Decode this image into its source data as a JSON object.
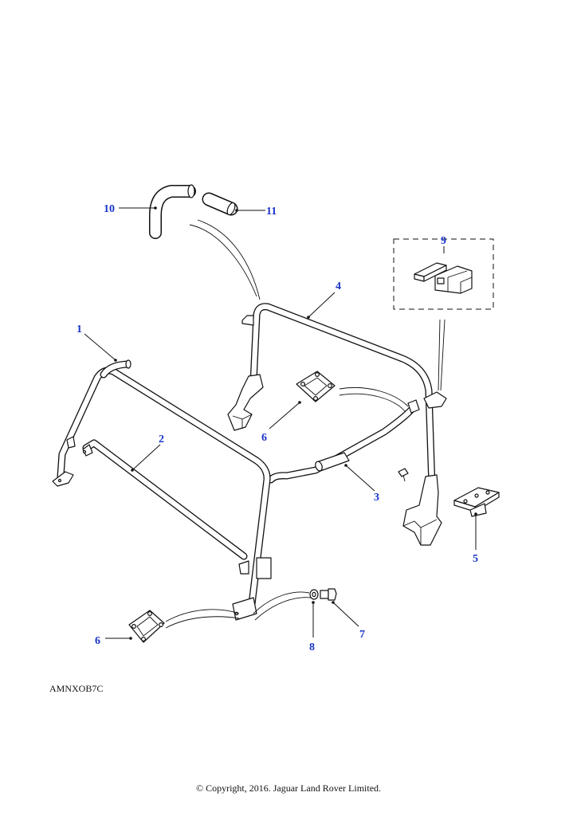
{
  "diagram": {
    "reference_code": "AMNXOB7C",
    "copyright": "© Copyright, 2016. Jaguar Land Rover Limited.",
    "callouts": {
      "c1": "1",
      "c2": "2",
      "c3": "3",
      "c4": "4",
      "c5": "5",
      "c6a": "6",
      "c6b": "6",
      "c7": "7",
      "c8": "8",
      "c9": "9",
      "c10": "10",
      "c11": "11"
    },
    "colors": {
      "callout_text": "#1a35c8",
      "linework": "#111111",
      "background": "#ffffff"
    }
  }
}
